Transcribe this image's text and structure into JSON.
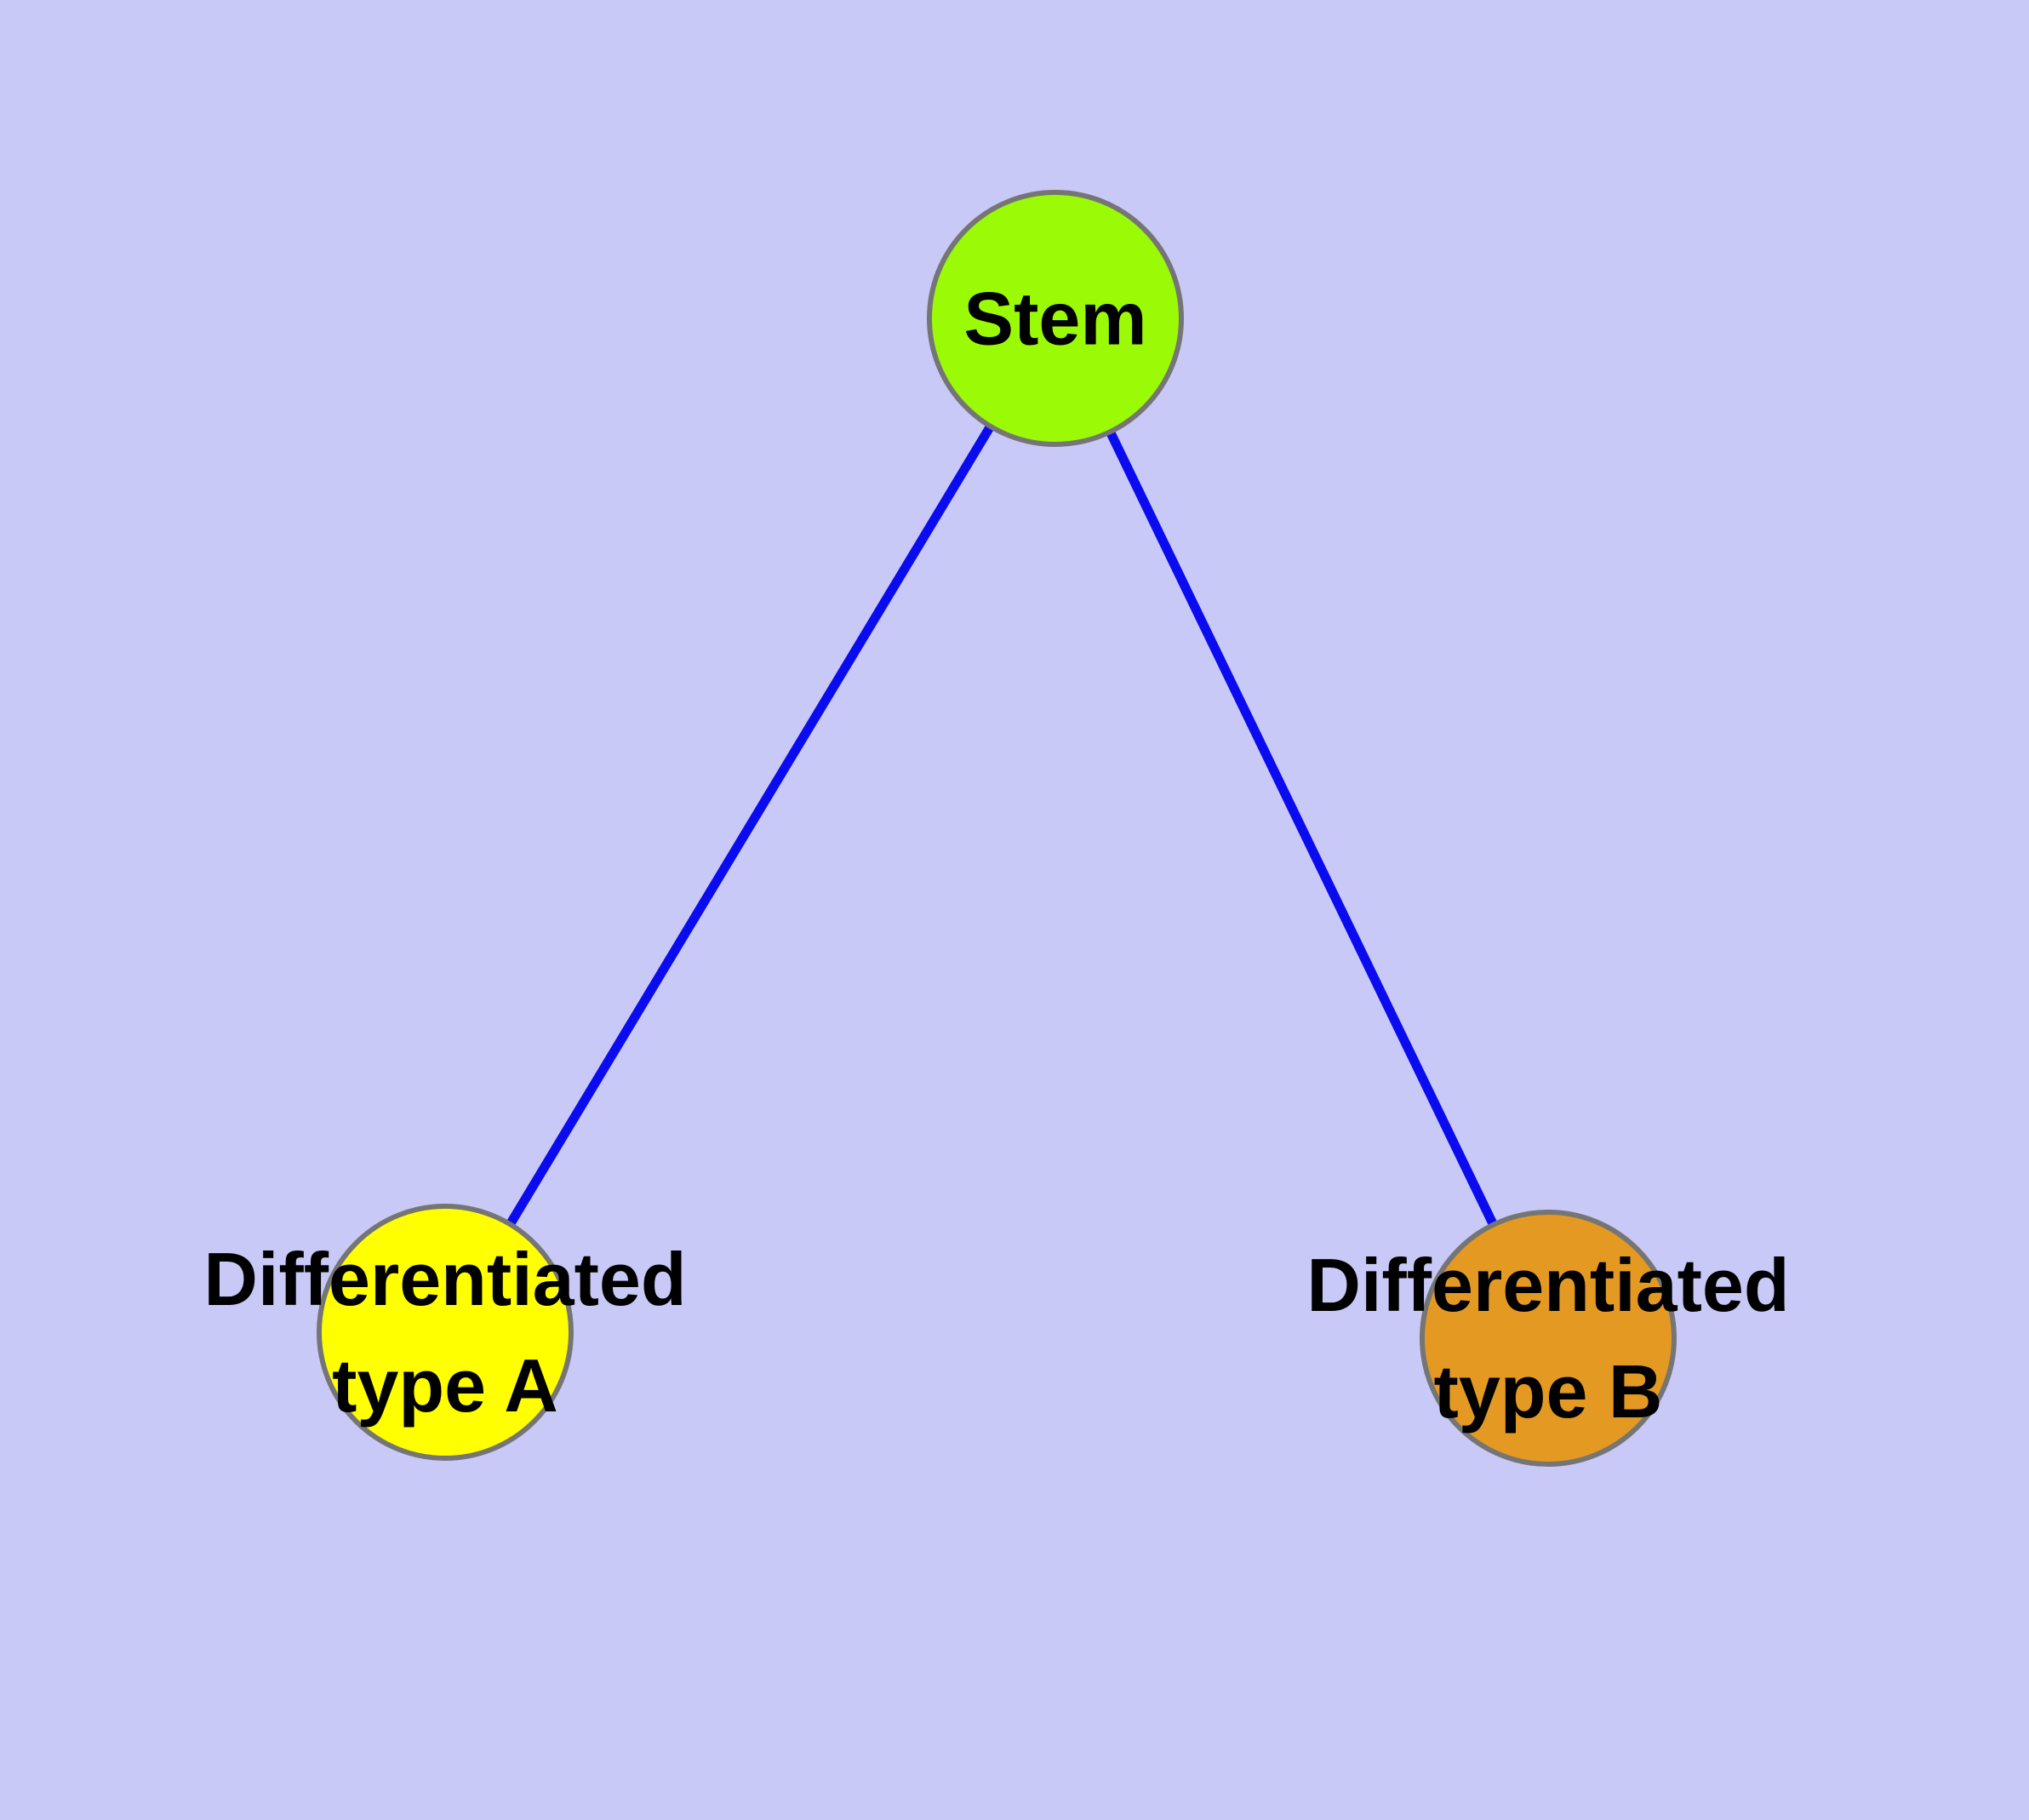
{
  "diagram": {
    "nodes": [
      {
        "id": "stem",
        "label_lines": [
          "Stem"
        ]
      },
      {
        "id": "differentiated-type-a",
        "label_lines": [
          "Differentiated",
          "type A"
        ]
      },
      {
        "id": "differentiated-type-b",
        "label_lines": [
          "Differentiated",
          "type B"
        ]
      }
    ],
    "edges": [
      {
        "from": "stem",
        "to": "differentiated-type-a"
      },
      {
        "from": "stem",
        "to": "differentiated-type-b"
      }
    ]
  },
  "colors": {
    "background": "#C9C9F7",
    "edge": "#0B0BF0",
    "node-border": "#757575",
    "text": "#000000",
    "node-stem-fill": "#9BFA05",
    "node-type-a-fill": "#FFFF00",
    "node-type-b-fill": "#E49A22"
  }
}
